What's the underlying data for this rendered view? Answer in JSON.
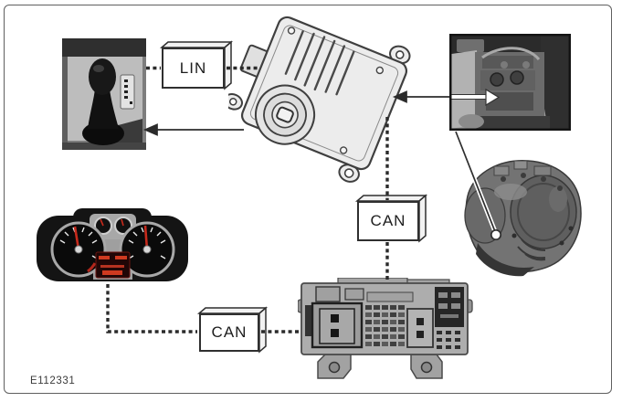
{
  "figure": {
    "code": "E112331"
  },
  "labels": {
    "lin": "LIN",
    "can_upper": "CAN",
    "can_lower": "CAN"
  },
  "colors": {
    "frame_border": "#5f5f5f",
    "wire_line": "#2b2b2b",
    "box_border": "#2f2f2f",
    "box_fill": "#ffffff",
    "module_fill": "#ececec",
    "needle_red": "#c62a1c",
    "lcd_red": "#cf3a20",
    "photo_gray": "#9a9a9a"
  },
  "components": {
    "selector_lever": "gear-selector-photo",
    "tcm": "transmission-control-module-drawing",
    "tcm_location": "tcm-location-photo",
    "transmission": "automatic-transmission-render",
    "cluster": "instrument-cluster-photo",
    "junction_box": "central-junction-box-render"
  }
}
